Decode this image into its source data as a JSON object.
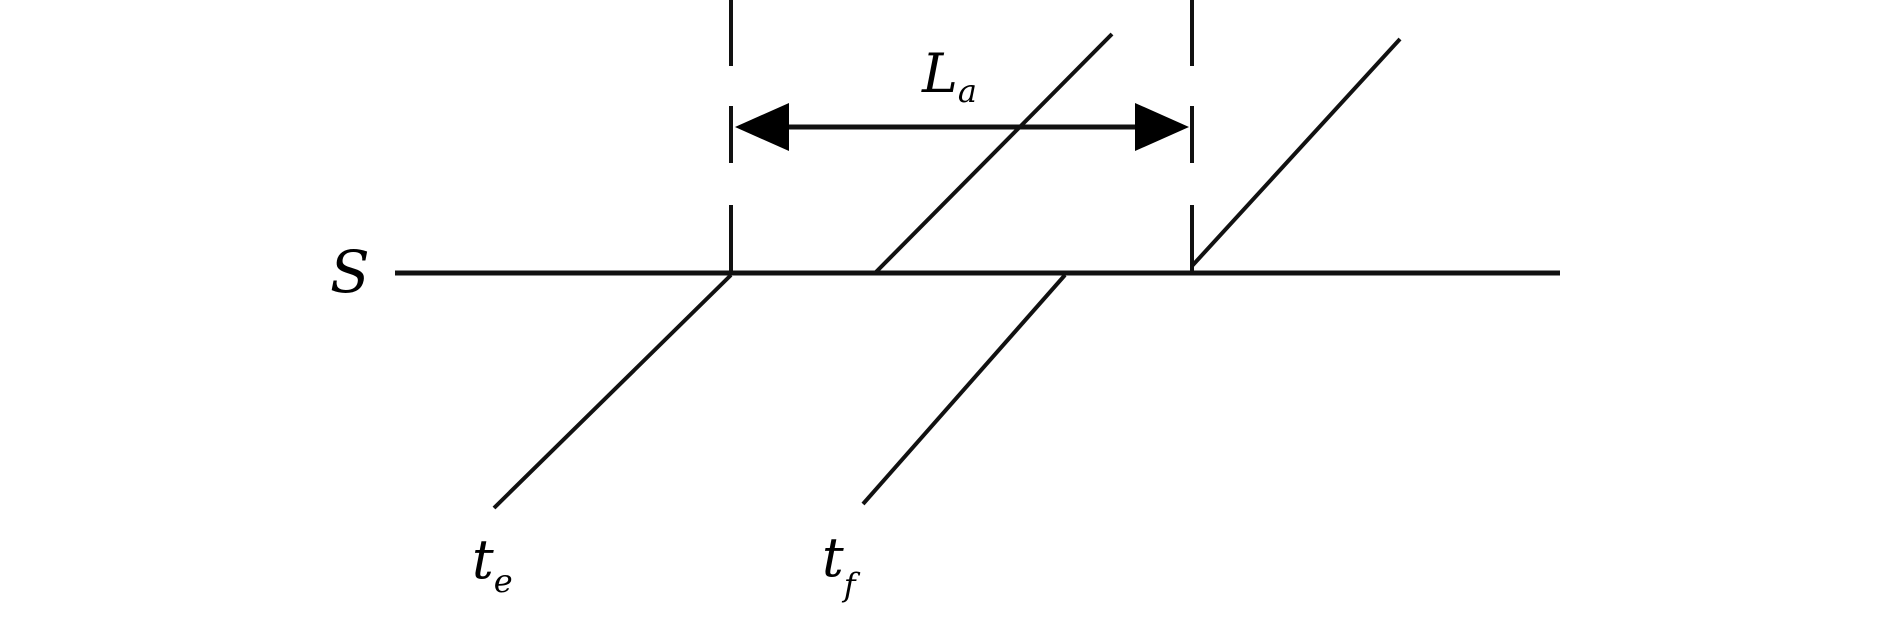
{
  "diagram": {
    "axis_label": "S",
    "dimension": {
      "main": "L",
      "sub": "a"
    },
    "lines": [
      {
        "main": "t",
        "sub": "e"
      },
      {
        "main": "t",
        "sub": "f"
      }
    ],
    "stroke_color": "#111111"
  }
}
